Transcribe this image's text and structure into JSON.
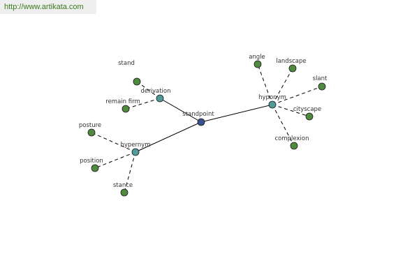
{
  "url": "http://www.artikata.com",
  "colors": {
    "center": "#3a4f91",
    "relation": "#4f9a9a",
    "leaf": "#4f8a3e",
    "edge": "#000000"
  },
  "graph": {
    "center": {
      "id": "standpoint",
      "label": "standpoint"
    },
    "relations": [
      {
        "id": "derivation",
        "label": "derivation",
        "leaves": [
          {
            "id": "stand",
            "label": "stand"
          },
          {
            "id": "remain-firm",
            "label": "remain firm"
          }
        ]
      },
      {
        "id": "hypernym",
        "label": "hypernym",
        "leaves": [
          {
            "id": "posture",
            "label": "posture"
          },
          {
            "id": "position",
            "label": "position"
          },
          {
            "id": "stance",
            "label": "stance"
          }
        ]
      },
      {
        "id": "hyponym",
        "label": "hyponym",
        "leaves": [
          {
            "id": "angle",
            "label": "angle"
          },
          {
            "id": "landscape",
            "label": "landscape"
          },
          {
            "id": "slant",
            "label": "slant"
          },
          {
            "id": "cityscape",
            "label": "cityscape"
          },
          {
            "id": "complexion",
            "label": "complexion"
          }
        ]
      }
    ]
  }
}
